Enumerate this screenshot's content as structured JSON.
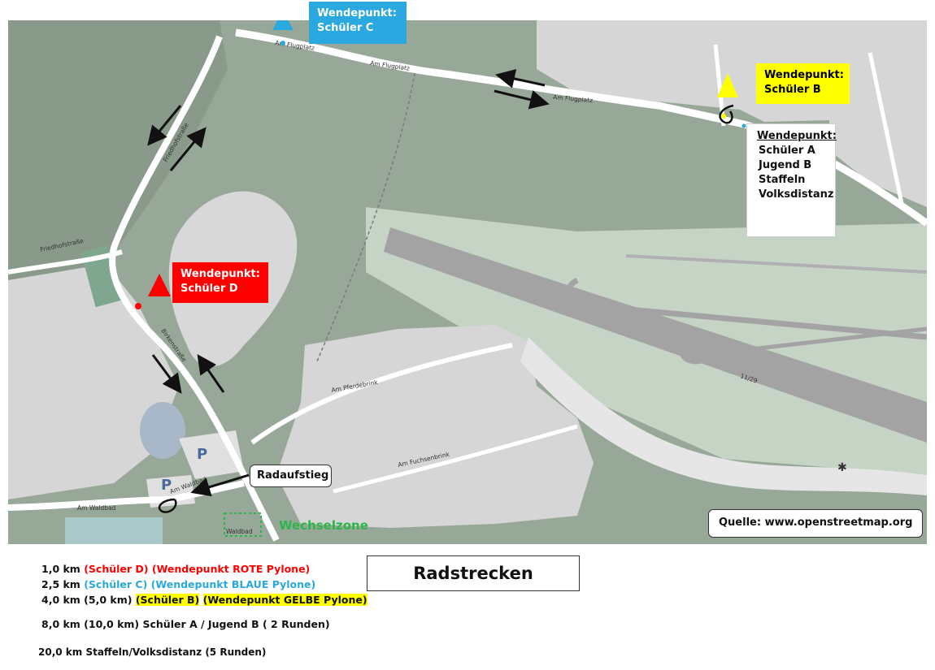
{
  "colors": {
    "turn_red": "#ff0000",
    "turn_blue": "#2aa8e0",
    "turn_yellow": "#ffff00",
    "wechselzone_green": "#2db54a",
    "forest": "#98a898",
    "settlement": "#d4d4d4",
    "road": "#ffffff",
    "runway": "#a3a3a3"
  },
  "icons": {
    "arrow": "direction-arrow-icon",
    "pylon": "pylon-triangle-icon",
    "parking": "parking-icon"
  },
  "callouts": {
    "schueler_c": {
      "line1": "Wendepunkt:",
      "line2": "Schüler C"
    },
    "schueler_b": {
      "line1": "Wendepunkt:",
      "line2": "Schüler B"
    },
    "schueler_d": {
      "line1": "Wendepunkt:",
      "line2": "Schüler D"
    },
    "schueler_a": {
      "heading": "Wendepunkt:",
      "lines": [
        "Schüler A",
        "Jugend B",
        "Staffeln",
        "Volksdistanz"
      ]
    },
    "radaufstieg": "Radaufstieg"
  },
  "map_labels": {
    "wechselzone": "Wechselzone",
    "quelle": "Quelle: www.openstreetmap.org",
    "parking": "P",
    "streets": {
      "am_flugplatz_1": "Am Flugplatz",
      "am_flugplatz_2": "Am Flugplatz",
      "am_flugplatz_3": "Am Flugplatz",
      "friedhofstrasse_1": "Friedhofstraße",
      "friedhofstrasse_2": "Friedhofstraße",
      "birkenstrasse": "Birkenstraße",
      "am_pferdebrink": "Am Pferdebrink",
      "am_fuchsenbrink": "Am Fuchsenbrink",
      "am_waldbad_1": "Am Waldbad",
      "am_waldbad_2": "Am Waldbad",
      "runway": "11/29",
      "waldbad": "Waldbad"
    }
  },
  "title": "Radstrecken",
  "legend": {
    "l1": {
      "dist": "1,0 km",
      "who": "(Schüler D)",
      "desc": "(Wendepunkt ROTE Pylone)"
    },
    "l2": {
      "dist": "2,5 km",
      "who": "(Schüler C)",
      "desc": "(Wendepunkt BLAUE Pylone)"
    },
    "l3": {
      "dist": "4,0 km (5,0 km)",
      "who": "(Schüler B)",
      "desc": "(Wendepunkt GELBE Pylone)"
    },
    "l4": "8,0 km (10,0 km)  Schüler A / Jugend B   ( 2 Runden)",
    "l5": "20,0 km Staffeln/Volksdistanz (5 Runden)"
  }
}
